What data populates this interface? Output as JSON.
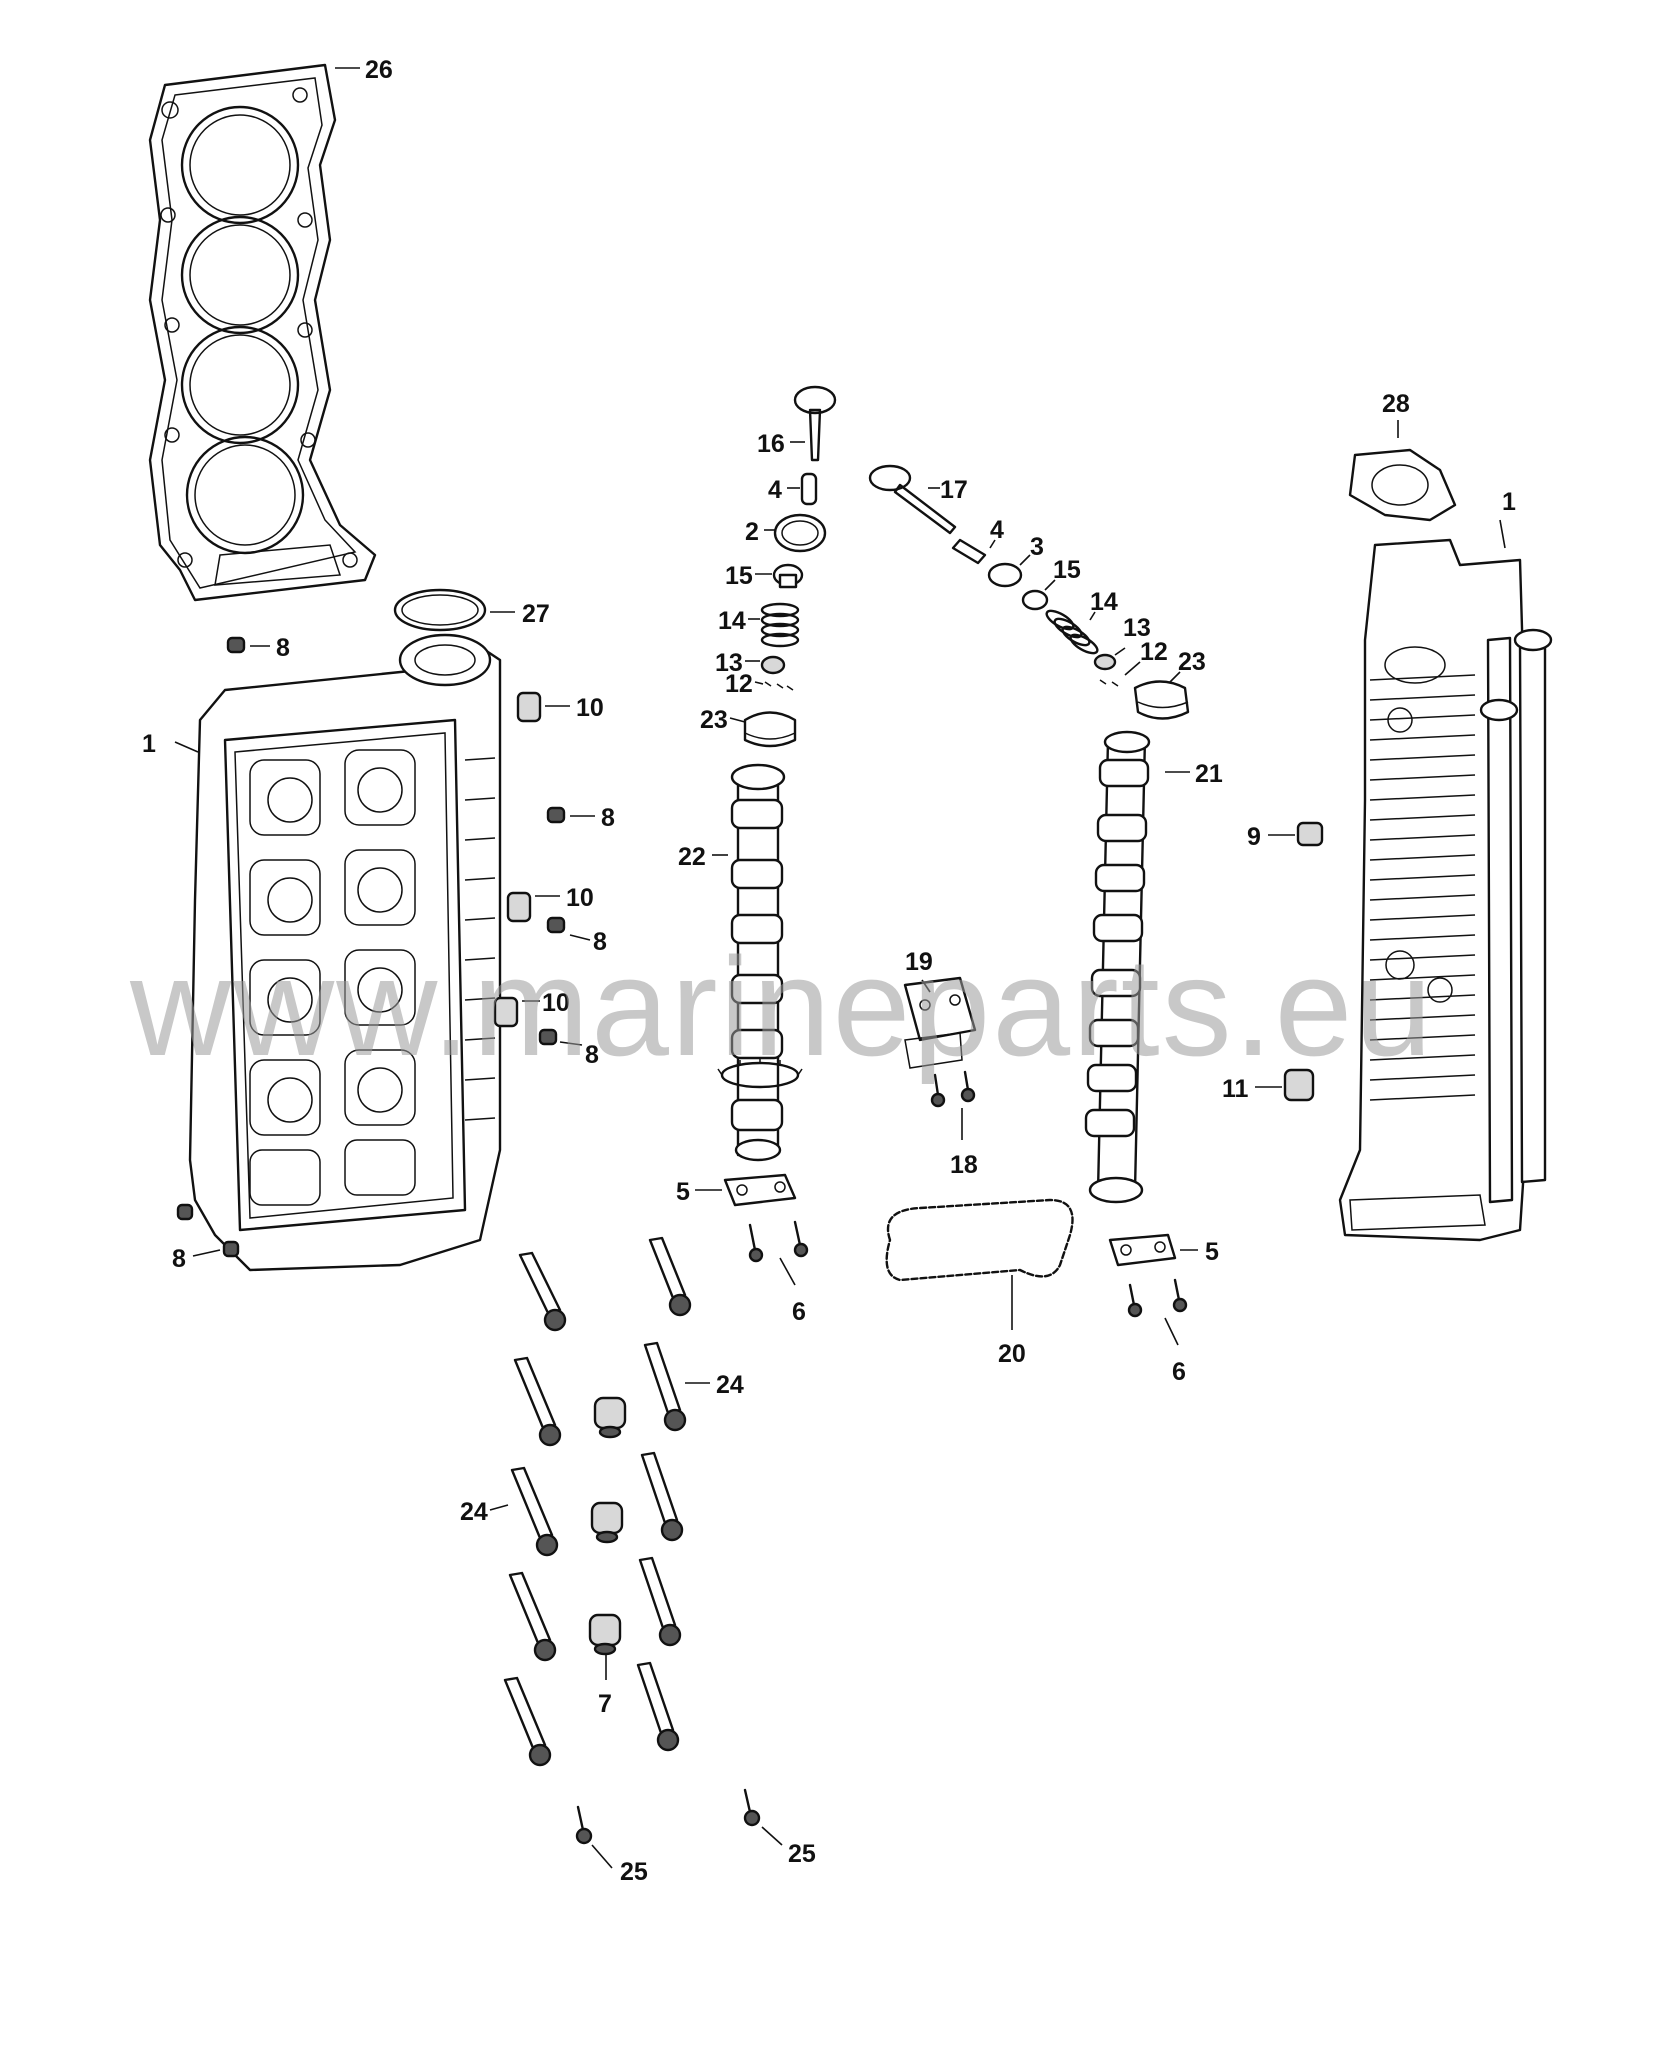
{
  "watermark": "www.marineparts.eu",
  "colors": {
    "line": "#111111",
    "watermark": "#9a9a9a",
    "background": "#ffffff"
  },
  "callouts": {
    "c26": "26",
    "c27": "27",
    "c8a": "8",
    "c1a": "1",
    "c10a": "10",
    "c8b": "8",
    "c10b": "10",
    "c8c": "8",
    "c10c": "10",
    "c8d": "8",
    "c8e": "8",
    "c16": "16",
    "c4a": "4",
    "c2": "2",
    "c15a": "15",
    "c14a": "14",
    "c13a": "13",
    "c12a": "12",
    "c23a": "23",
    "c22": "22",
    "c5a": "5",
    "c6a": "6",
    "c17": "17",
    "c4b": "4",
    "c3": "3",
    "c15b": "15",
    "c14b": "14",
    "c13b": "13",
    "c12b": "12",
    "c23b": "23",
    "c21": "21",
    "c19": "19",
    "c18": "18",
    "c20": "20",
    "c5b": "5",
    "c6b": "6",
    "c28": "28",
    "c1b": "1",
    "c9": "9",
    "c11": "11",
    "c24a": "24",
    "c24b": "24",
    "c7": "7",
    "c25a": "25",
    "c25b": "25"
  }
}
